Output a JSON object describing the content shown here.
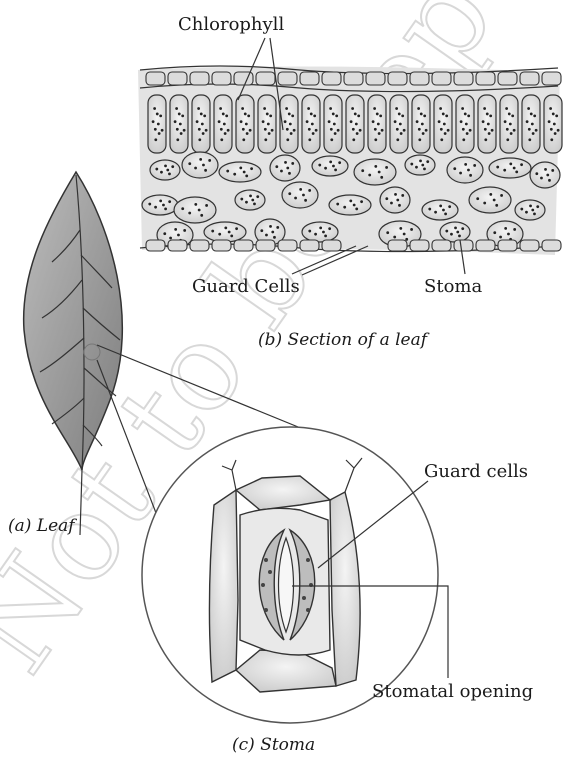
{
  "labels": {
    "chlorophyll": "Chlorophyll",
    "guard_cells_section": "Guard Cells",
    "stoma_section": "Stoma",
    "guard_cells_detail": "Guard cells",
    "stomatal_opening": "Stomatal opening"
  },
  "captions": {
    "leaf": "(a) Leaf",
    "section": "(b) Section of a leaf",
    "stoma": "(c) Stoma"
  },
  "watermark": "Not to be republished",
  "colors": {
    "leaf_fill": "#9a9a9a",
    "cell_fill": "#d6d6d6",
    "tissue_fill": "#cfcfcf",
    "ink": "#1a1a1a"
  }
}
